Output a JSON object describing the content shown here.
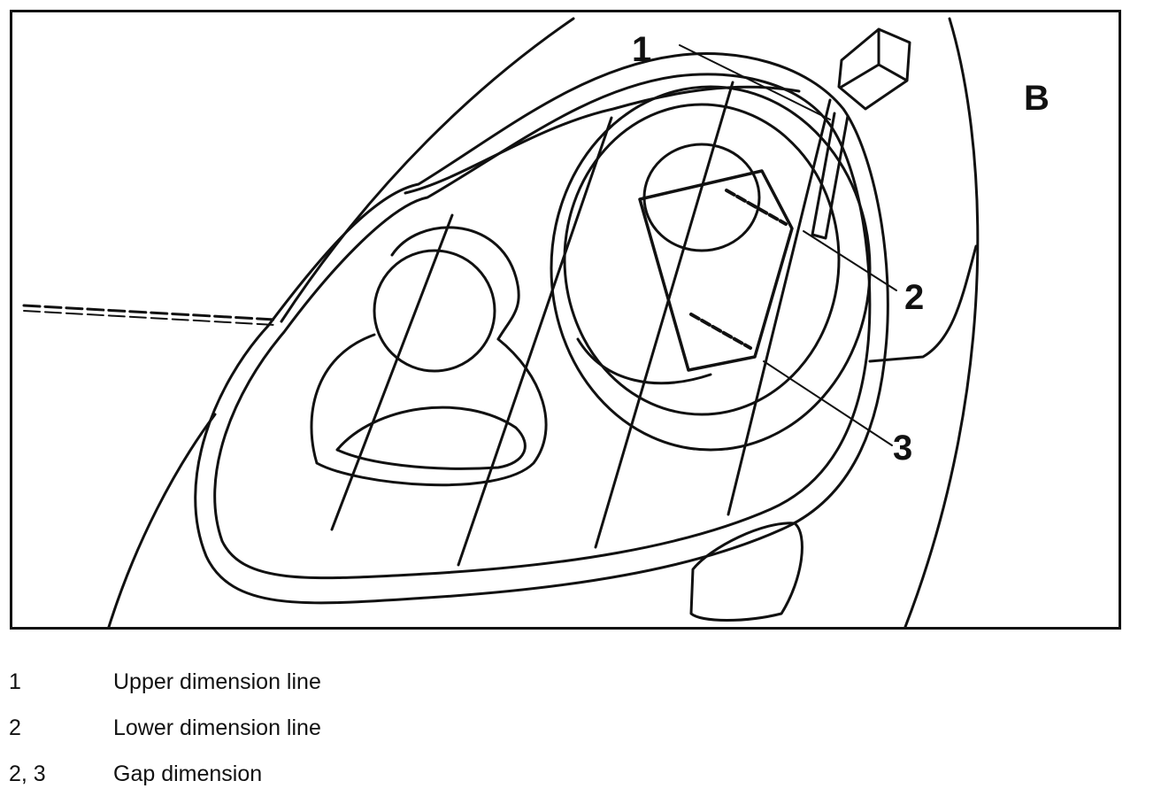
{
  "figure": {
    "view_label": "B",
    "callouts": [
      "1",
      "2",
      "3"
    ]
  },
  "legend": [
    {
      "key": "1",
      "text": "Upper dimension line"
    },
    {
      "key": "2",
      "text": "Lower dimension line"
    },
    {
      "key": "2, 3",
      "text": "Gap dimension"
    }
  ]
}
